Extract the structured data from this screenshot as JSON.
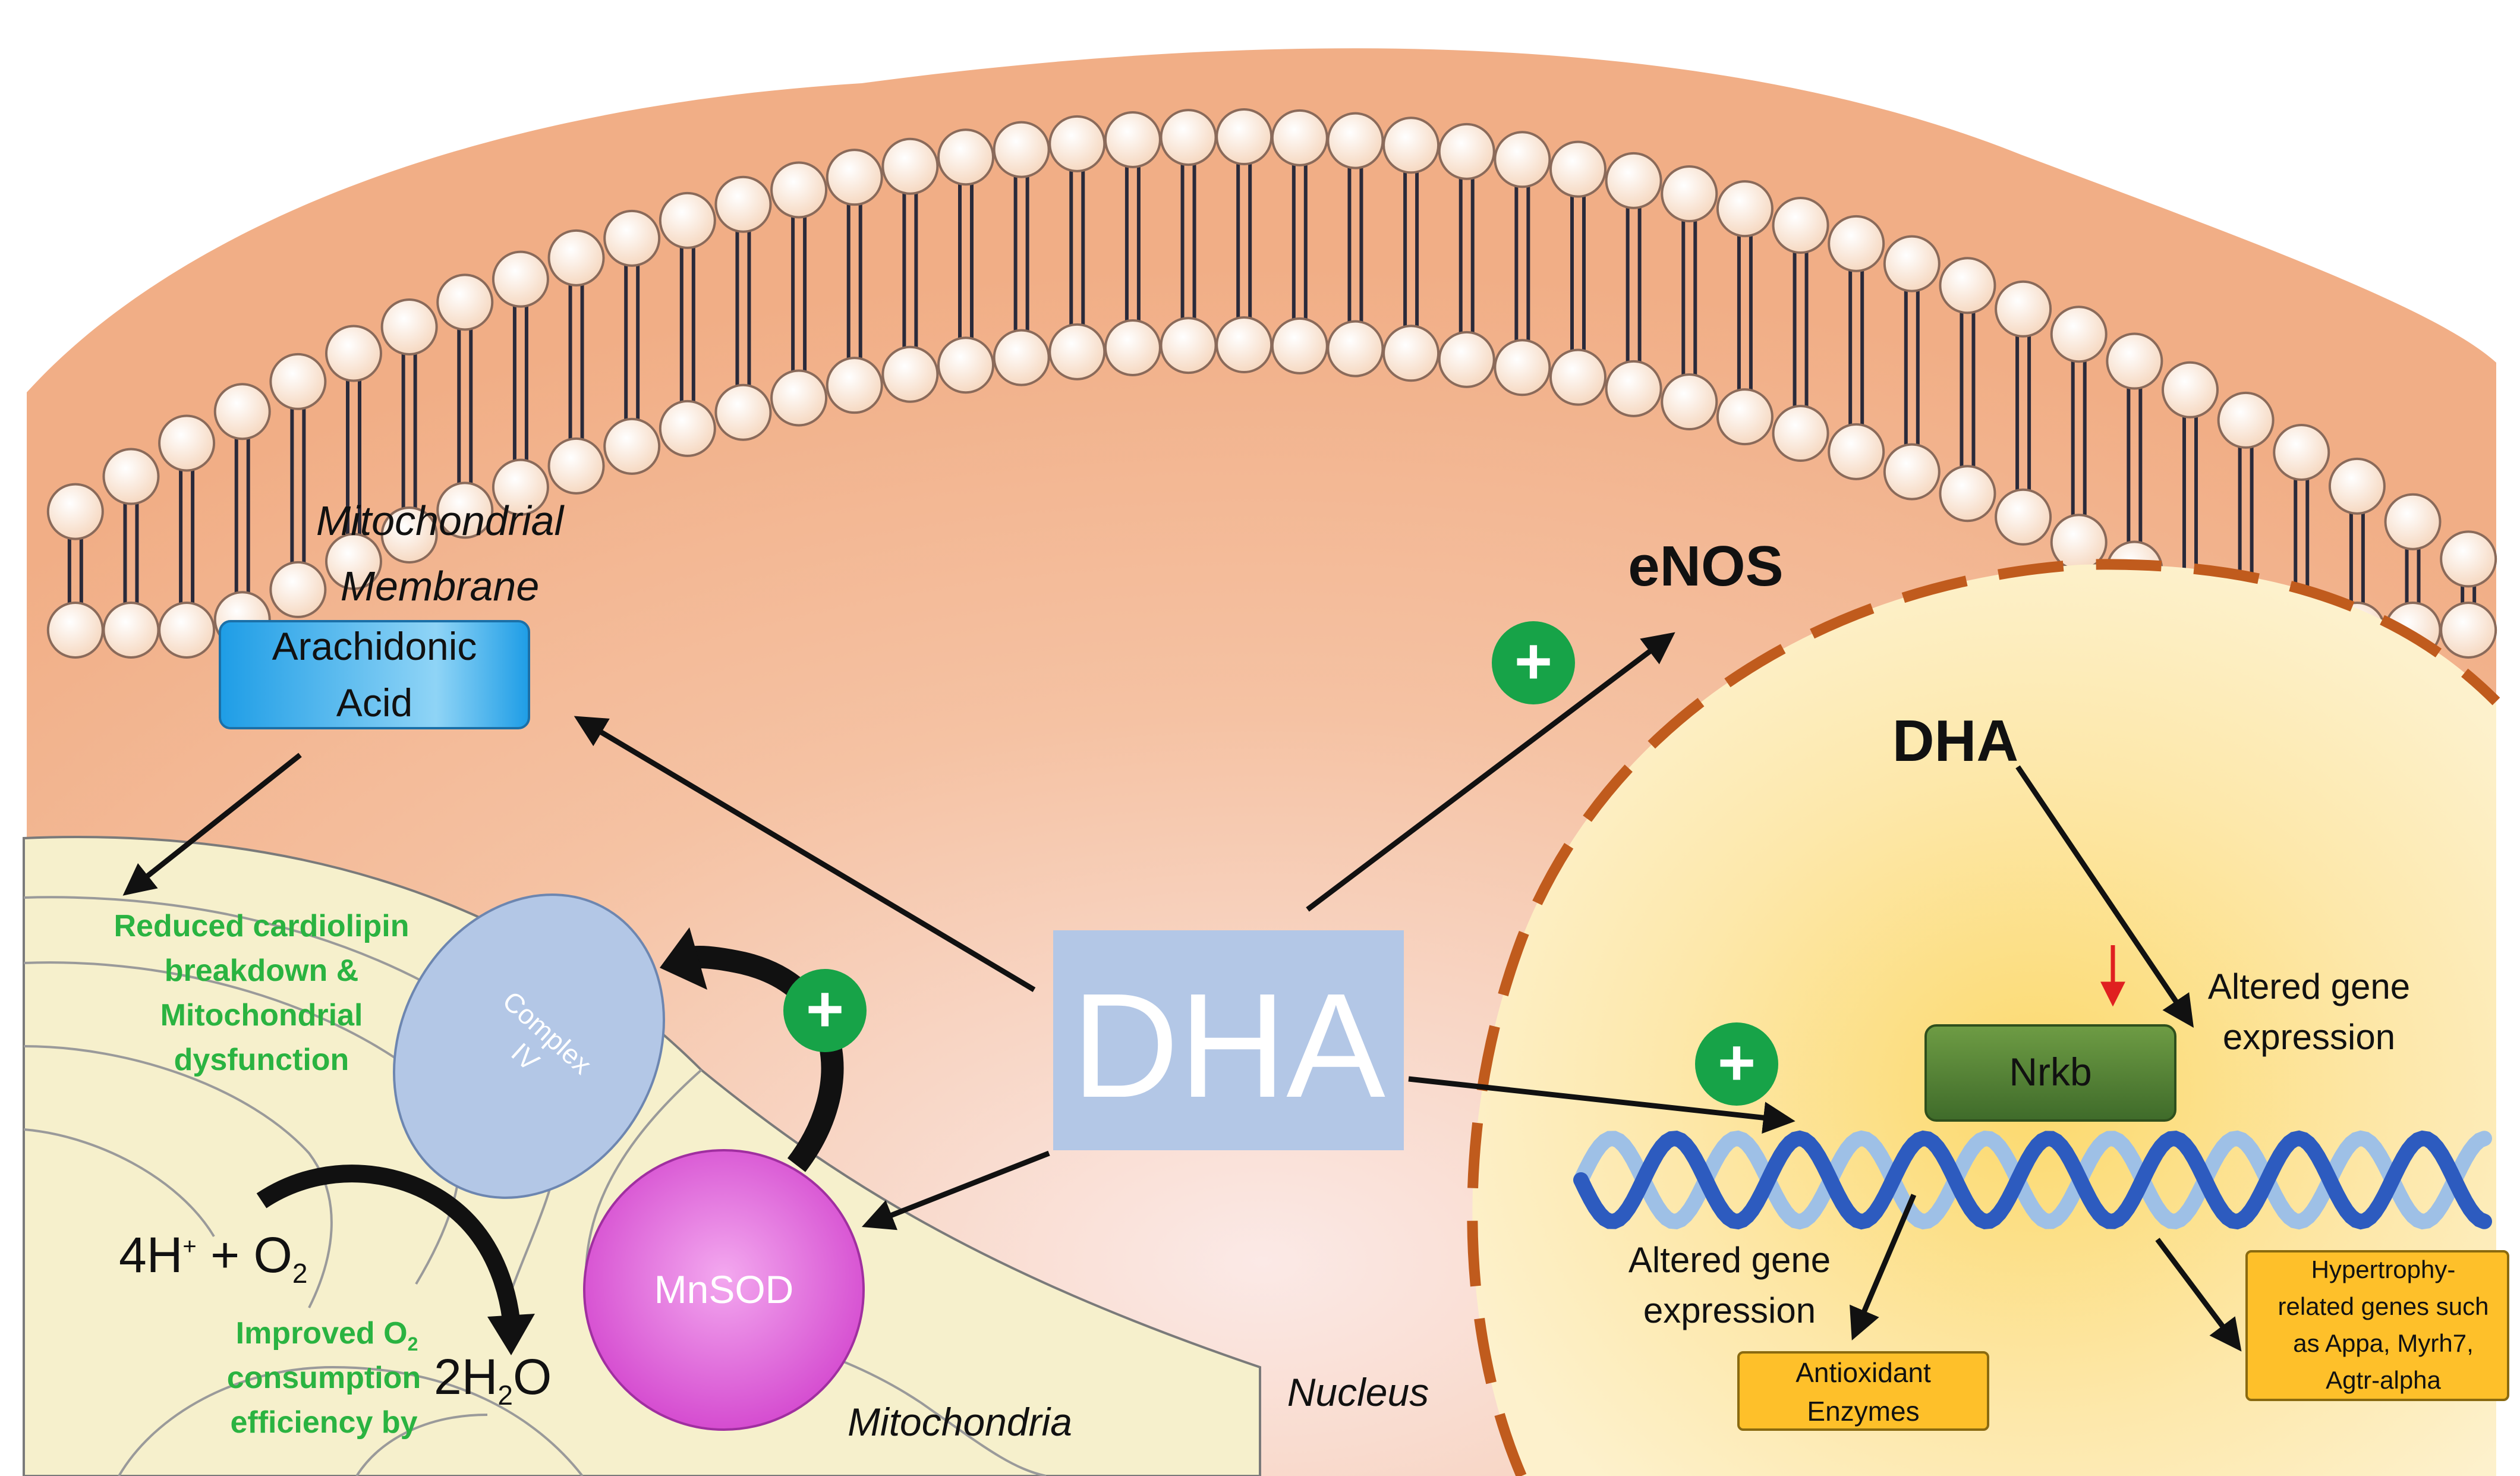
{
  "labels": {
    "mito_membrane_l1": "Mitochondrial",
    "mito_membrane_l2": "Membrane",
    "arachidonic_l1": "Arachidonic",
    "arachidonic_l2": "Acid",
    "enos": "eNOS",
    "dha_nucleus": "DHA",
    "dha_main": "DHA",
    "cardiolipin_l1": "Reduced cardiolipin",
    "cardiolipin_l2": "breakdown &",
    "cardiolipin_l3": "Mitochondrial",
    "cardiolipin_l4": "dysfunction",
    "complex_l1": "Complex",
    "complex_l2": "IV",
    "mnsod": "MnSOD",
    "altered_top_l1": "Altered gene",
    "altered_top_l2": "expression",
    "nrkb": "Nrkb",
    "altered_bottom_l1": "Altered gene",
    "altered_bottom_l2": "expression",
    "antioxidant_l1": "Antioxidant",
    "antioxidant_l2": "Enzymes",
    "hypertrophy_l1": "Hypertrophy-",
    "hypertrophy_l2": "related genes such",
    "hypertrophy_l3": "as Appa, Myrh7,",
    "hypertrophy_l4": "Agtr-alpha",
    "reaction_lhs": "4H",
    "reaction_lhs_sup": "+",
    "reaction_plus_o2": " + O",
    "reaction_lhs_sub": "2",
    "reaction_rhs_pre": "2H",
    "reaction_rhs_sub": "2",
    "reaction_rhs_post": "O",
    "improved_l1": "Improved O",
    "improved_l1_sub": "2",
    "improved_l2": "consumption",
    "improved_l3": "efficiency by",
    "mitochondria": "Mitochondria",
    "nucleus": "Nucleus",
    "plus_sign": "+"
  },
  "colors": {
    "cytoplasm": "#f3b088",
    "mitochondria_fill": "#f6f0cc",
    "nucleus_fill": "#fbe7a6",
    "nucleus_border": "#c05b1d",
    "phospholipid_head": "#fbe9da",
    "dha_box": "#b3c7e6",
    "arachidonic_box": "#2aa6e6",
    "nrkb_box": "#5d8a3a",
    "gene_box": "#fec02a",
    "plus_circle": "#17a348",
    "green_text": "#2ab341",
    "complex_iv": "#b3c7e6",
    "mnsod": "#e070d8",
    "dna_dark": "#2d5bbf",
    "dna_light": "#9ec0e6",
    "red_arrow": "#e02020"
  }
}
